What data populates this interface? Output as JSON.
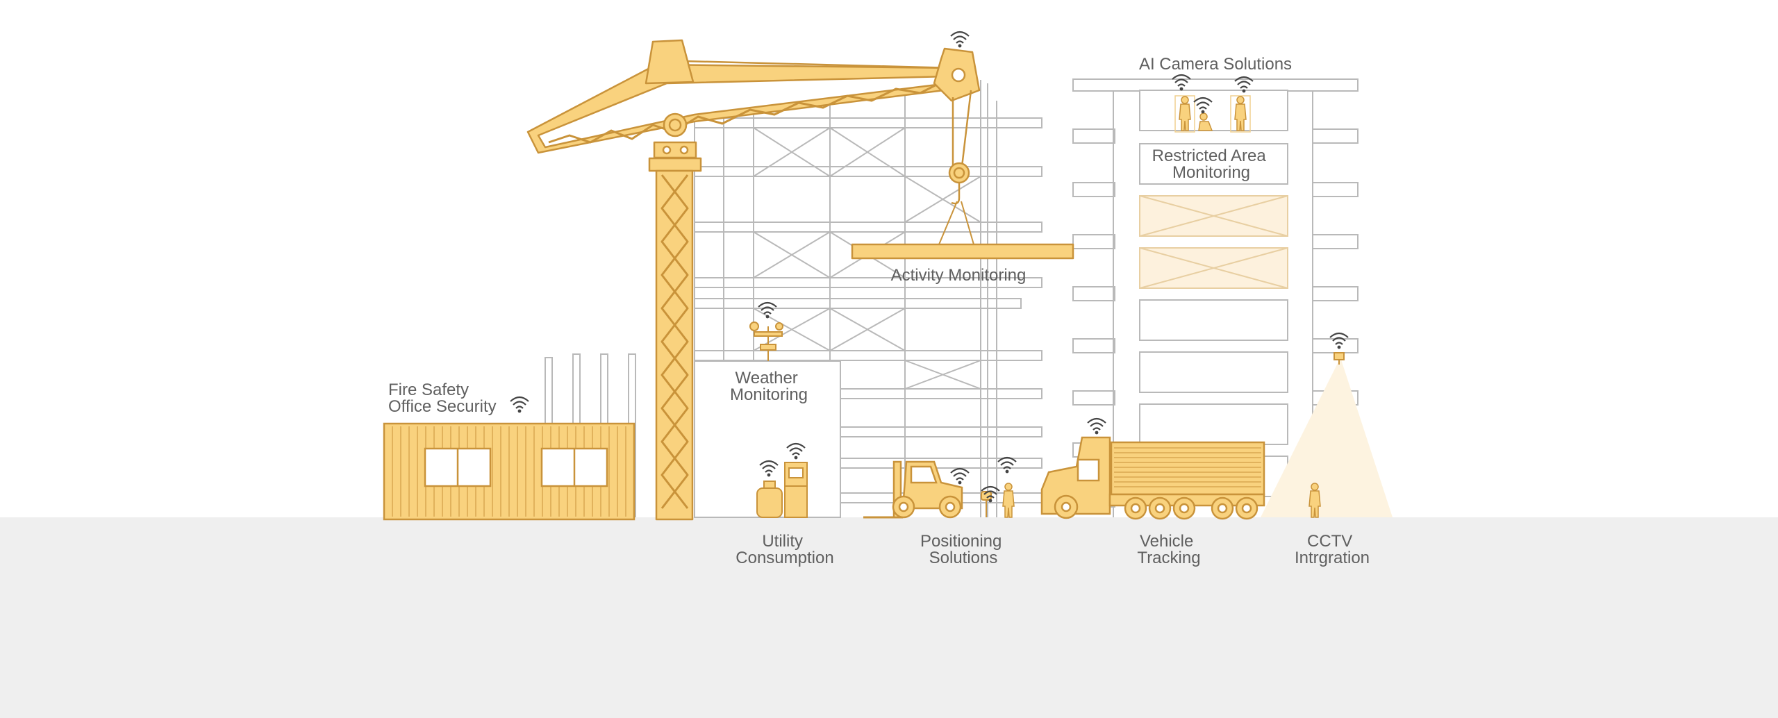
{
  "labels": {
    "ai_camera": [
      "AI Camera Solutions"
    ],
    "restricted_area": [
      "Restricted Area",
      "Monitoring"
    ],
    "activity": [
      "Activity Monitoring"
    ],
    "weather": [
      "Weather",
      "Monitoring"
    ],
    "fire_office": [
      "Fire Safety",
      "Office Security"
    ],
    "utility": [
      "Utility",
      "Consumption"
    ],
    "positioning": [
      "Positioning",
      "Solutions"
    ],
    "vehicle": [
      "Vehicle",
      "Tracking"
    ],
    "cctv": [
      "CCTV",
      "Intrgration"
    ]
  },
  "colors": {
    "accent_fill": "#f9d27e",
    "accent_stroke": "#c9933a",
    "accent_light": "#fdf1dd",
    "line_gray": "#b9b9b9",
    "ground": "#efefef",
    "text": "#5f5f5f",
    "cone": "#fdf3e0"
  },
  "icons": [
    "wifi-signal-icon",
    "person-icon",
    "cctv-camera-icon",
    "weather-station-icon",
    "generator-icon",
    "fuel-pump-icon"
  ]
}
